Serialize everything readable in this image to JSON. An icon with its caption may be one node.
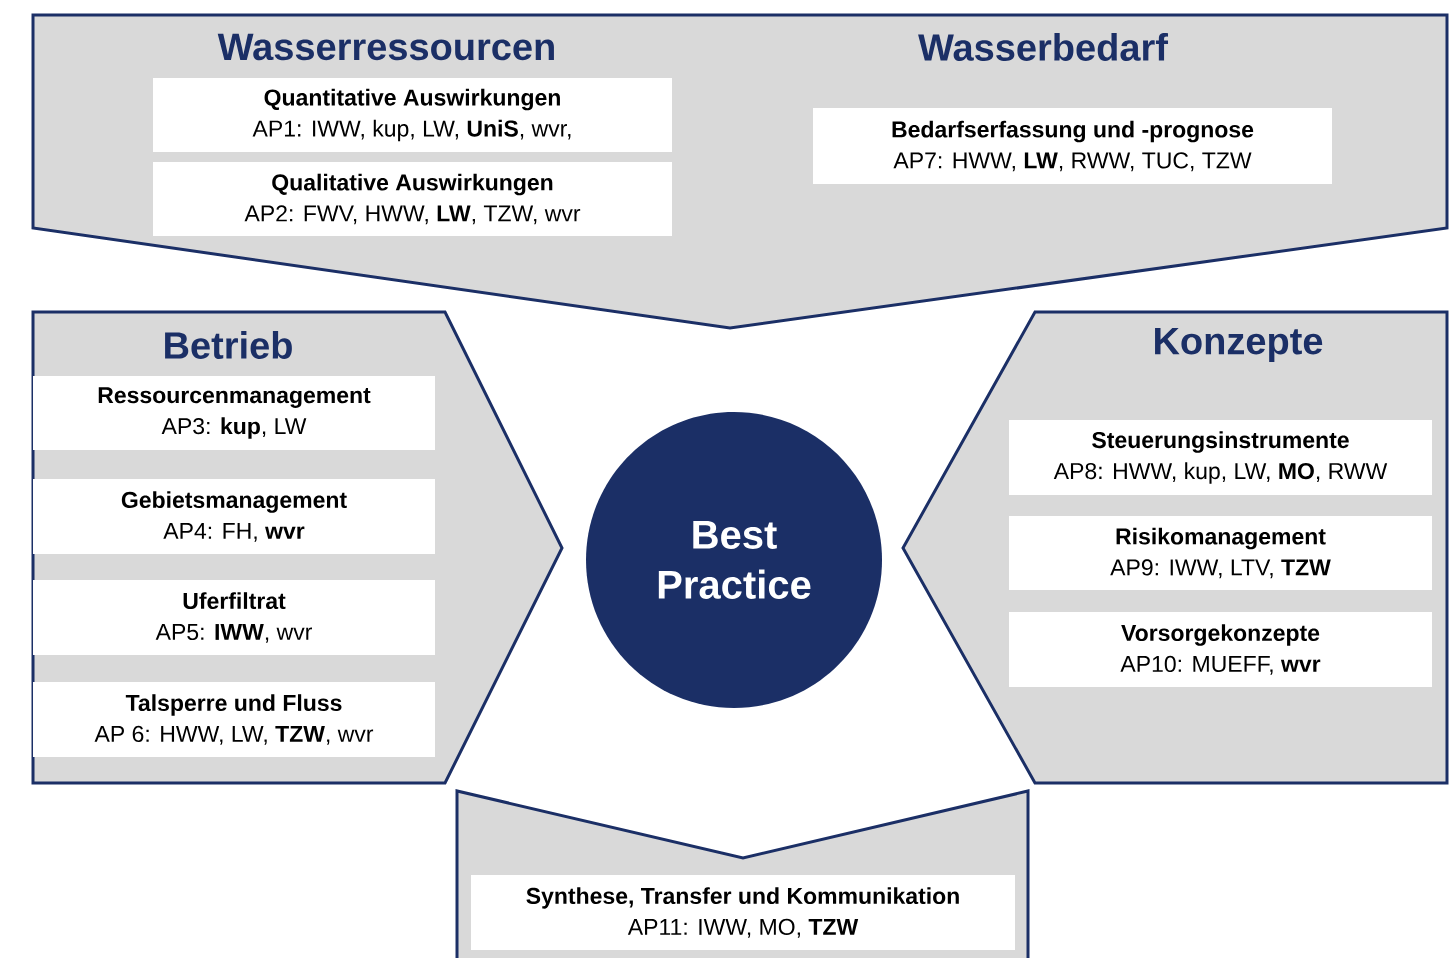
{
  "diagram": {
    "nodes": [
      {
        "text": [
          "Wasserressourcen",
          "Wasserbedarf"
        ]
      },
      {
        "text": [
          "Quantitative Auswirkungen",
          "AP1: IWW, kup, LW, **UniS**, wvr,"
        ],
        "in": 0
      },
      {
        "text": [
          "Qualitative Auswirkungen",
          "AP2: FWV, HWW, **LW**, TZW, wvr"
        ],
        "in": 0
      },
      {
        "text": [
          "Bedarfserfassung und -prognose",
          "AP7: HWW, **LW**, RWW, TUC, TZW"
        ],
        "in": 0
      },
      {
        "text": [
          "Betrieb"
        ]
      },
      {
        "text": [
          "Ressourcenmanagement",
          "AP3: **kup**, LW"
        ],
        "in": 4
      },
      {
        "text": [
          "Gebietsmanagement",
          "AP4: FH, **wvr**"
        ],
        "in": 4
      },
      {
        "text": [
          "Uferfiltrat",
          "AP5: **IWW**, wvr"
        ],
        "in": 4
      },
      {
        "text": [
          "Talsperre und Fluss",
          "AP 6: HWW, LW, **TZW**, wvr"
        ],
        "in": 4
      },
      {
        "text": [
          "Konzepte"
        ]
      },
      {
        "text": [
          "Steuerungsinstrumente",
          "AP8: HWW, kup, LW, **MO**, RWW"
        ],
        "in": 9
      },
      {
        "text": [
          "Risikomanagement",
          "AP9: IWW, LTV, **TZW**"
        ],
        "in": 9
      },
      {
        "text": [
          "Vorsorgekonzepte",
          "AP10: MUEFF, **wvr**"
        ],
        "in": 9
      },
      {
        "text": [],
        "shape": "box"
      },
      {
        "text": [
          "Synthese, Transfer und Kommunikation",
          "AP11: IWW, MO, **TZW**"
        ],
        "in": 13
      },
      {
        "text": [
          "Best Practice"
        ]
      }
    ]
  }
}
